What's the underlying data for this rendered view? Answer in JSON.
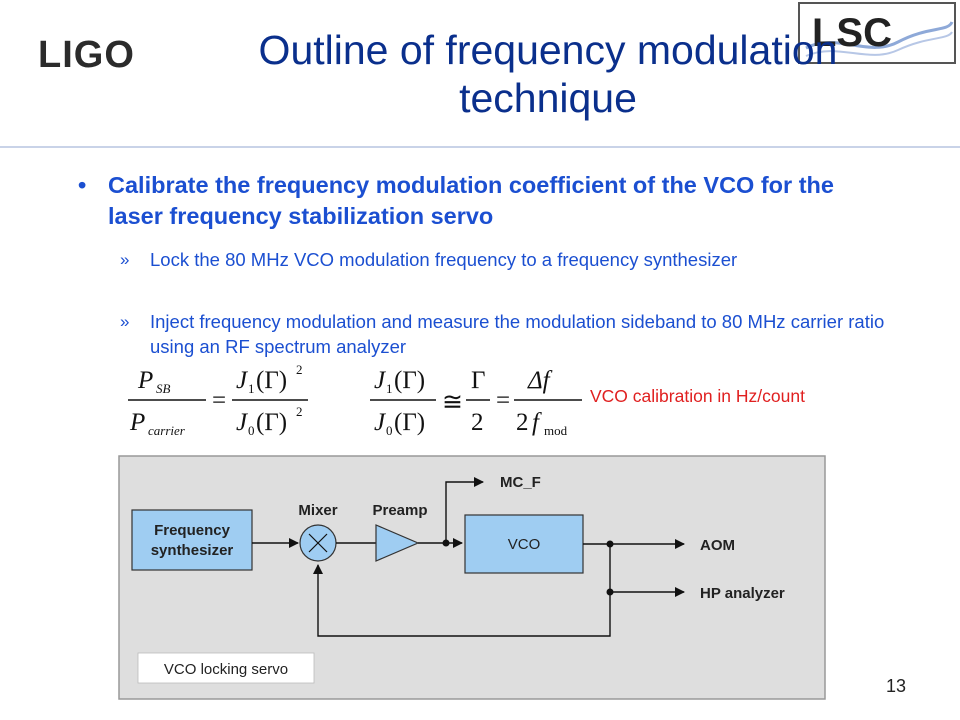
{
  "header": {
    "logo_left": "LIGO",
    "logo_right": "LSC",
    "title_line1": "Outline of frequency modulation",
    "title_line2": "technique"
  },
  "bullets": [
    {
      "text": "Calibrate the frequency modulation coefficient of the VCO for the laser frequency stabilization servo",
      "subitems": [
        "Lock the 80 MHz VCO modulation frequency to a frequency synthesizer",
        "Inject frequency modulation and measure the modulation sideband to 80 MHz carrier ratio using an RF spectrum analyzer"
      ]
    }
  ],
  "equations": {
    "eq1_lhs_num": "P",
    "eq1_lhs_num_sub": "SB",
    "eq1_lhs_den": "P",
    "eq1_lhs_den_sub": "carrier",
    "eq2_mid_num": "Γ",
    "eq2_mid_den": "2",
    "eq2_rhs_num": "Δf",
    "eq2_rhs_den": "2",
    "eq2_rhs_den_f": "f",
    "eq2_rhs_den_sub": "mod",
    "calibration_note": "VCO calibration in Hz/count"
  },
  "diagram": {
    "synthesizer": [
      "Frequency",
      "synthesizer"
    ],
    "mixer": "Mixer",
    "preamp": "Preamp",
    "vco": "VCO",
    "mc_f": "MC_F",
    "aom": "AOM",
    "hp_analyzer": "HP analyzer",
    "caption": "VCO locking servo"
  },
  "footer": {
    "page_number": "13"
  }
}
